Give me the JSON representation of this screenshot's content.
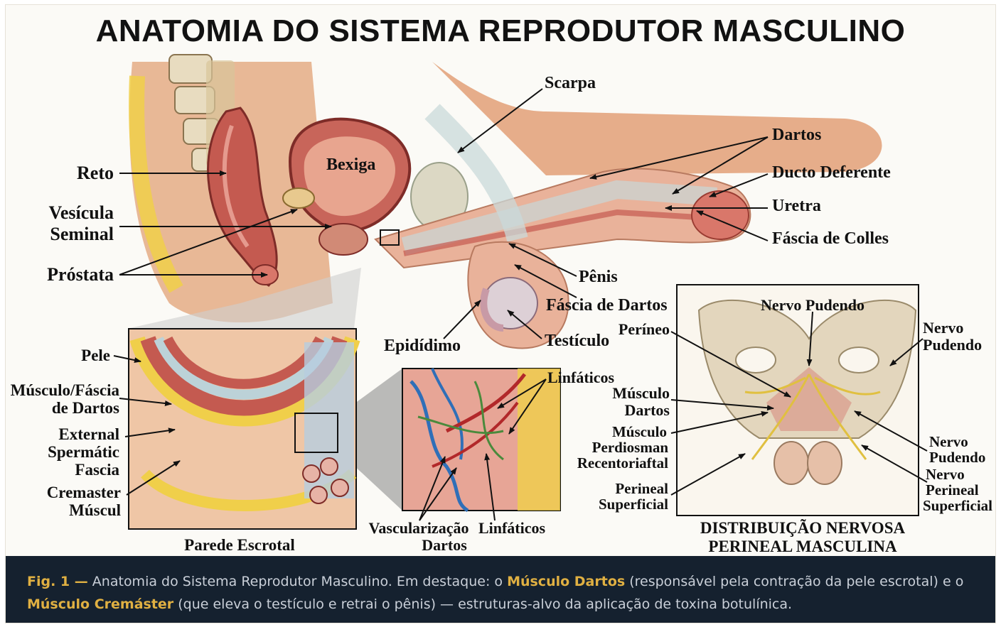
{
  "title": "ANATOMIA DO SISTEMA REPRODUTOR MASCULINO",
  "labels": {
    "scarpa": "Scarpa",
    "dartos": "Dartos",
    "ducto": "Ducto Deferente",
    "uretra": "Uretra",
    "colles": "Fáscia de Colles",
    "reto": "Reto",
    "bexiga": "Bexiga",
    "vesicula1": "Vesícula",
    "vesicula2": "Seminal",
    "prostata": "Próstata",
    "penis": "Pênis",
    "fascia_dartos": "Fáscia de Dartos",
    "testiculo": "Testículo",
    "epididimo": "Epidídimo"
  },
  "scrotal_panel": {
    "pele": "Pele",
    "musculo1": "Músculo/Fáscia",
    "musculo2": "de Dartos",
    "external1": "External",
    "external2": "Spermátic",
    "external3": "Fascia",
    "cremaster1": "Cremaster",
    "cremaster2": "Múscul",
    "caption": "Parede Escrotal"
  },
  "vascular_panel": {
    "linfaticos_top": "Linfáticos",
    "vasc1": "Vascularização",
    "vasc2": "Dartos",
    "linfaticos_bottom": "Linfáticos"
  },
  "nerve_panel": {
    "nervo_pudendo_top": "Nervo Pudendo",
    "perineo": "Períneo",
    "musculo_dartos1": "Músculo",
    "musculo_dartos2": "Dartos",
    "musculo_perd1": "Músculo",
    "musculo_perd2": "Perdiosman",
    "musculo_perd3": "Recentoriaftal",
    "perineal_sup1": "Perineal",
    "perineal_sup2": "Superficial",
    "nervo_r1a": "Nervo",
    "nervo_r1b": "Pudendo",
    "nervo_r2a": "Nervo",
    "nervo_r2b": "Pudendo",
    "nervo_r3a": "Nervo",
    "nervo_r3b": "Perineal",
    "nervo_r3c": "Superficial",
    "caption1": "DISTRIBUIÇÃO NERVOSA",
    "caption2": "PERINEAL MASCULINA"
  },
  "caption": {
    "fig": "Fig. 1 —",
    "t1": " Anatomia do Sistema Reprodutor Masculino. Em destaque: o ",
    "h1": "Músculo Dartos",
    "t2": " (responsável pela contração da pele escrotal) e o ",
    "h2": "Músculo Cremáster",
    "t3": " (que eleva o testículo e retrai o pênis) — estruturas-alvo da aplicação de toxina botulínica."
  }
}
